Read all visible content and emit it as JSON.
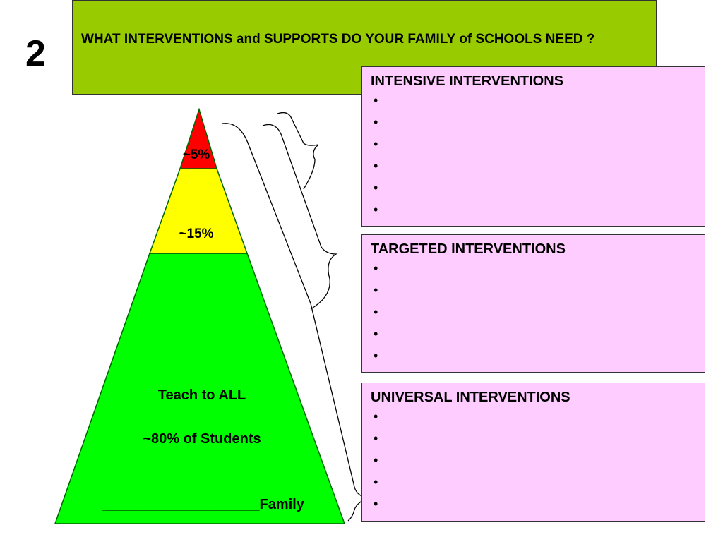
{
  "slide_number": "2",
  "title": "WHAT INTERVENTIONS and SUPPORTS  DO YOUR FAMILY of SCHOOLS NEED ?",
  "pyramid": {
    "top_tier": {
      "label": "~5%",
      "color": "#ff0000"
    },
    "middle_tier": {
      "label": "~15%",
      "color": "#ffff00"
    },
    "base_tier": {
      "label_line1": "Teach to ALL",
      "label_line2": "~80% of Students",
      "label_line3": "____________________Family",
      "color": "#00ff00"
    }
  },
  "panels": {
    "intensive": {
      "title": "INTENSIVE INTERVENTIONS",
      "bullet_count": 6
    },
    "targeted": {
      "title": "TARGETED INTERVENTIONS",
      "bullet_count": 5
    },
    "universal": {
      "title": "UNIVERSAL INTERVENTIONS",
      "bullet_count": 5
    }
  },
  "colors": {
    "title_bg": "#99cc00",
    "panel_bg": "#ffccff"
  }
}
